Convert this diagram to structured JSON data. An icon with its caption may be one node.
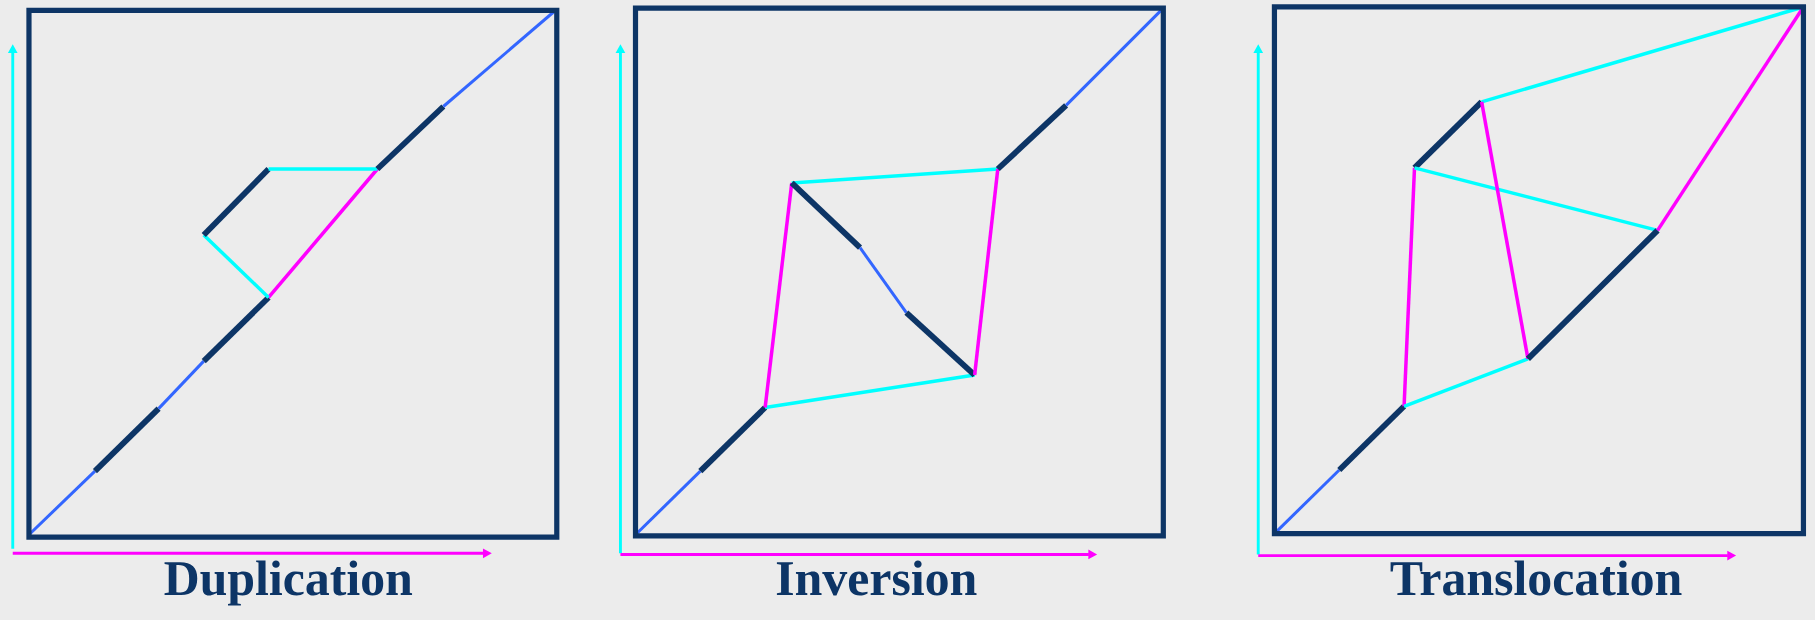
{
  "diagram": {
    "nodes": [
      {
        "text": [
          "Duplication"
        ]
      },
      {
        "text": [
          "Inversion"
        ]
      },
      {
        "text": [
          "Translocation"
        ]
      }
    ],
    "edges": []
  }
}
